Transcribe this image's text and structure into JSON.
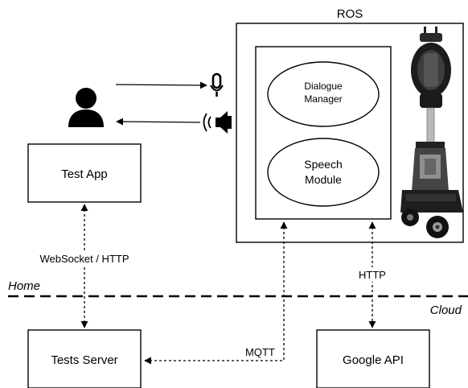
{
  "ros": {
    "title": "ROS",
    "dialogue_manager": [
      "Dialogue",
      "Manager"
    ],
    "speech_module": [
      "Speech",
      "Module"
    ]
  },
  "nodes": {
    "test_app": "Test App",
    "tests_server": "Tests Server",
    "google_api": "Google API"
  },
  "connections": {
    "websocket_http": "WebSocket / HTTP",
    "mqtt": "MQTT",
    "http": "HTTP"
  },
  "zones": {
    "home": "Home",
    "cloud": "Cloud"
  },
  "icons": {
    "user": "person-icon",
    "microphone": "microphone-icon",
    "speaker": "speaker-icon",
    "robot": "robot-image"
  }
}
